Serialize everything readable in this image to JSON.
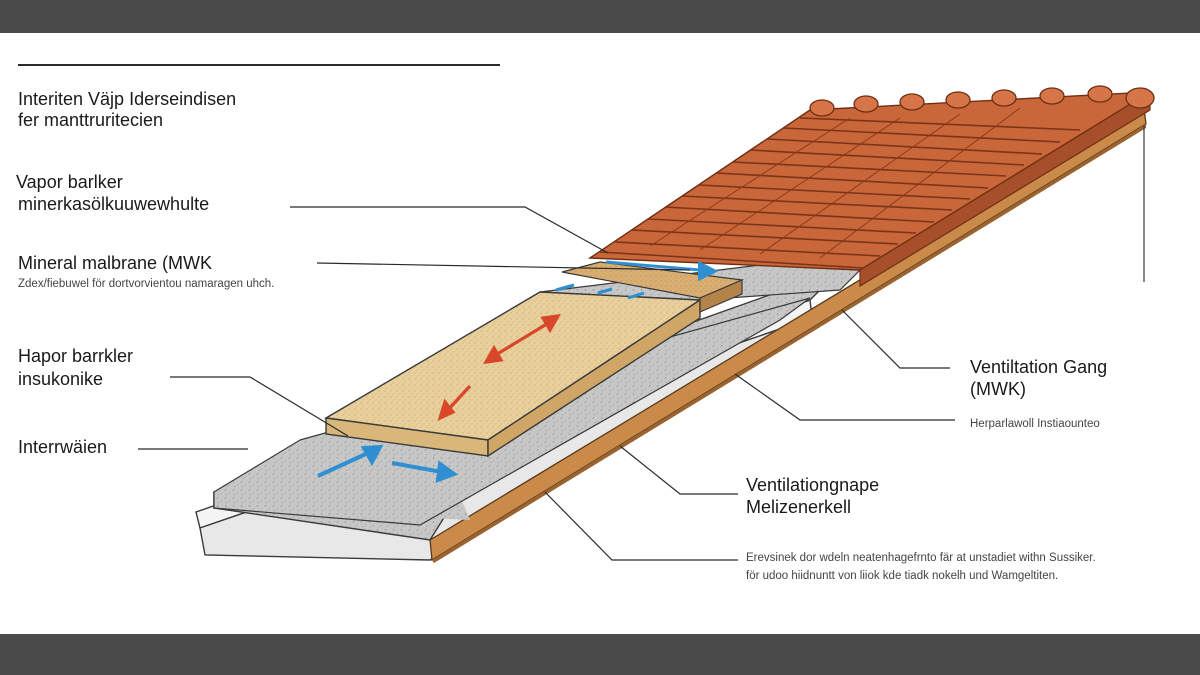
{
  "labels": {
    "left_title_line1": "Interiten Väjp Iderseindisen",
    "left_title_line2": "fer manttruritecien",
    "vapor1_line1": "Vapor barlker",
    "vapor1_line2": "minerkasölkuuwewhulte",
    "mineral_title": "Mineral malbrane (MWK",
    "mineral_sub": "Zdex/fiebuwel för dortvorvientou namaragen uhch.",
    "hapor_line1": "Hapor barrkler",
    "hapor_line2": "insukonike",
    "interwaien": "Interrwäien",
    "vent_gang_line1": "Ventiltation Gang",
    "vent_gang_line2": "(MWK)",
    "vent_gang_sub": "Herparlawoll Instiaounteo",
    "vent_nape_line1": "Ventilationgnape",
    "vent_nape_line2": "Melizenerkell",
    "bottom_note_line1": "Erevsinek dor wdeln neatenhagefrnto fär at unstadiet withn Sussiker.",
    "bottom_note_line2": "för udoo hiidnuntt von liiok kde tiadk nokelh und Wamgeltiten."
  },
  "colors": {
    "frame_bar": "#4a4a4a",
    "tile": "#c9663a",
    "tile_dark": "#9f4a26",
    "wood": "#c98a4a",
    "insulation": "#e9cfa0",
    "membrane": "#c9c9c9",
    "air_arrow": "#2f8fd0",
    "vapor_arrow": "#d9472b"
  }
}
